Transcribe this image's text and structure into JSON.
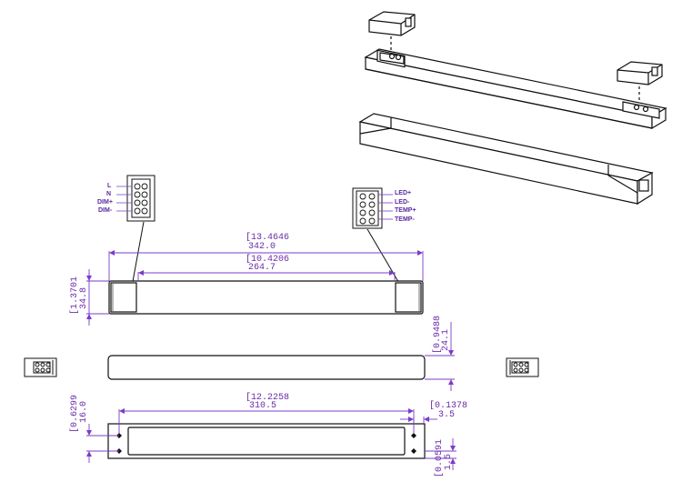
{
  "colors": {
    "outline": "#111111",
    "dimension": "#7a3cc8",
    "dimension_text": "#6a2ba8"
  },
  "input_connector": {
    "pins": [
      "L",
      "N",
      "DIM+",
      "DIM-"
    ]
  },
  "output_connector": {
    "pins": [
      "LED+",
      "LED-",
      "TEMP+",
      "TEMP-"
    ]
  },
  "dimensions": {
    "overall_length": {
      "inch": "[13.4646",
      "mm": "342.0"
    },
    "inner_length": {
      "inch": "[10.4206",
      "mm": "264.7"
    },
    "height": {
      "inch": "[1.3701",
      "mm": "34.8"
    },
    "thickness": {
      "inch": "[0.9488",
      "mm": "24.1"
    },
    "mount_spacing": {
      "inch": "[12.2258",
      "mm": "310.5"
    },
    "mount_width": {
      "inch": "[0.6299",
      "mm": "16.0"
    },
    "hole_offset": {
      "inch": "[0.1378",
      "mm": "3.5"
    },
    "plate_thickness": {
      "inch": "[0.0591",
      "mm": "1.5"
    }
  }
}
